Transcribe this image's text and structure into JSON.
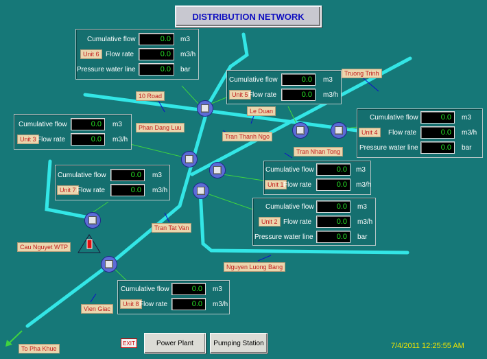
{
  "title": "DISTRIBUTION NETWORK",
  "labels": {
    "cumulative": "Cumulative flow",
    "flow": "Flow rate",
    "pressure": "Pressure water line"
  },
  "units": {
    "m3": "m3",
    "m3h": "m3/h",
    "bar": "bar"
  },
  "panels": {
    "unit6": {
      "name": "Unit 6",
      "cumulative": "0.0",
      "flow": "0.0",
      "pressure": "0.0"
    },
    "unit5": {
      "name": "Unit 5",
      "cumulative": "0.0",
      "flow": "0.0"
    },
    "unit3": {
      "name": "Unit 3",
      "cumulative": "0.0",
      "flow": "0.0"
    },
    "unit4": {
      "name": "Unit 4",
      "cumulative": "0.0",
      "flow": "0.0",
      "pressure": "0.0"
    },
    "unit7": {
      "name": "Unit 7",
      "cumulative": "0.0",
      "flow": "0.0"
    },
    "unit1": {
      "name": "Unit 1",
      "cumulative": "0.0",
      "flow": "0.0"
    },
    "unit2": {
      "name": "Unit 2",
      "cumulative": "0.0",
      "flow": "0.0",
      "pressure": "0.0"
    },
    "unit8": {
      "name": "Unit 8",
      "cumulative": "0.0",
      "flow": "0.0"
    }
  },
  "streets": {
    "road10": "10 Road",
    "phan_dang_luu": "Phan Dang Luu",
    "le_duan": "Le Duan",
    "tran_thanh_ngo": "Tran Thanh Ngo",
    "tran_nhan_tong": "Tran Nhan Tong",
    "truong_trinh": "Truong Trinh",
    "tran_tat_van": "Tran Tat Van",
    "cau_nguyet_wtp": "Cau Nguyet WTP",
    "nguyen_luong_bang": "Nguyen Luong Bang",
    "vien_giac": "Vien Giac",
    "to_pha_khue": "To Pha Khue"
  },
  "buttons": {
    "exit": "EXIT",
    "power_plant": "Power Plant",
    "pumping_station": "Pumping Station"
  },
  "datetime": "7/4/2011 12:25:55 AM",
  "colors": {
    "background": "#167878",
    "pipe": "#33e6e6",
    "value_text": "#27e627",
    "clock": "#f2e600"
  }
}
